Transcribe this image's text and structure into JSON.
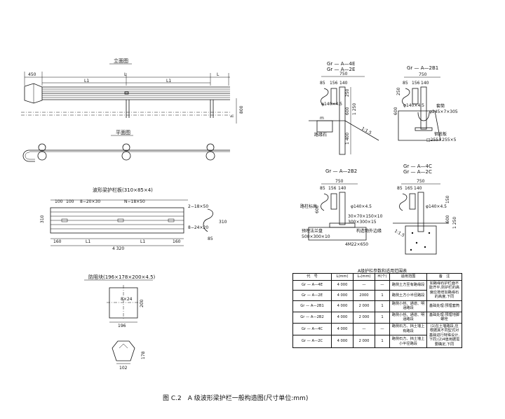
{
  "elevation_title": "立面图",
  "plan_title": "平面图",
  "beam_title": "波形梁护栏板(310×85×4)",
  "block_title": "防阻块(196×178×200×4.5)",
  "elev": {
    "d450": "450",
    "L": "L",
    "L1": "L1",
    "h": "h",
    "d800": "800"
  },
  "beam": {
    "d100": "100",
    "d8_20x30": "8−20×30",
    "N18x50": "N−18×50",
    "d2_18x50": "2−18×50",
    "d8_24x20": "8−24×20",
    "d310": "310",
    "d160": "160",
    "L1": "L1",
    "d4320": "4 320",
    "d85": "85"
  },
  "block": {
    "d8x24": "8×24",
    "d200": "200",
    "d196": "196",
    "d178": "178",
    "d102": "102"
  },
  "secA": {
    "t1": "Gr — A—4E",
    "t2": "Gr — A—2E",
    "d750": "750",
    "d85": "85",
    "d156": "156",
    "d140": "140",
    "d250": "250",
    "d600": "600",
    "d1250": "1 250",
    "d1400": "1 400",
    "phi": "φ140×4.5",
    "slope": "1:1.5",
    "m": "m",
    "label": "路缘石"
  },
  "secB": {
    "t1": "Gr — A—2B1",
    "d750": "750",
    "d85": "85",
    "d156": "156",
    "d140": "140",
    "d250": "250",
    "d600": "600",
    "phi": "φ140×4.5",
    "sleeve": "套筒",
    "sleeve_dim": "φ245×7×305",
    "plate": "钢底板",
    "plate_dim": "□255×255×5"
  },
  "secC": {
    "t1": "Gr — A—2B2",
    "d750": "750",
    "d85": "85",
    "d156": "156",
    "d140": "140",
    "d600": "600",
    "phi": "φ140×4.5",
    "l1": "路柱标高",
    "l2": "30×70×150×10",
    "l3": "300×300×15",
    "l4": "预埋法兰盘",
    "l5": "500×300×10",
    "l6": "构造物外边缘",
    "l7": "4M22×650"
  },
  "secD": {
    "t1": "Gr — A—4C",
    "t2": "Gr — A—2C",
    "d750": "750",
    "d85": "85",
    "d165": "165",
    "d140": "140",
    "d150": "150",
    "d600": "600",
    "d1250": "1 250",
    "phi": "φ140×4.5",
    "slope": "1:1.5"
  },
  "table": {
    "title": "A级护栏参数和适用范围表",
    "headers": [
      "代　号",
      "L(mm)",
      "L₁(mm)",
      "H(个)",
      "适用范围",
      "备　注"
    ],
    "rows": [
      [
        "Gr — A—4E",
        "4 000",
        "—",
        "—",
        "路侧土方至有路缘段",
        "如路缘石护栏面不能齐平,则护栏的高度应按增加路缘石的高度,下同"
      ],
      [
        "Gr — A—2E",
        "4 000",
        "2000",
        "1",
        "路侧土方小半径路段",
        ""
      ],
      [
        "Gr — A—2B1",
        "4 000",
        "2 000",
        "1",
        "路侧小桥、通道、明涵路段",
        "基础处理:预埋套筒"
      ],
      [
        "Gr — A—2B2",
        "4 000",
        "2 000",
        "1",
        "路侧小桥、通道、明涵路段",
        "基础处理:预埋地脚螺栓"
      ],
      [
        "Gr — A—4C",
        "4 000",
        "—",
        "—",
        "路侧石方、挡土墙上有路段",
        "(1)在土墙路段,应根据其不同型式对基础进行特殊设计,下同;(2)4值用据需要确定,下同"
      ],
      [
        "Gr — A—2C",
        "4 000",
        "2 000",
        "1",
        "路侧石方、挡土墙上小半径路段",
        ""
      ]
    ]
  },
  "caption": "图 C.2　A 级波形梁护栏一般构造图(尺寸单位:mm)"
}
